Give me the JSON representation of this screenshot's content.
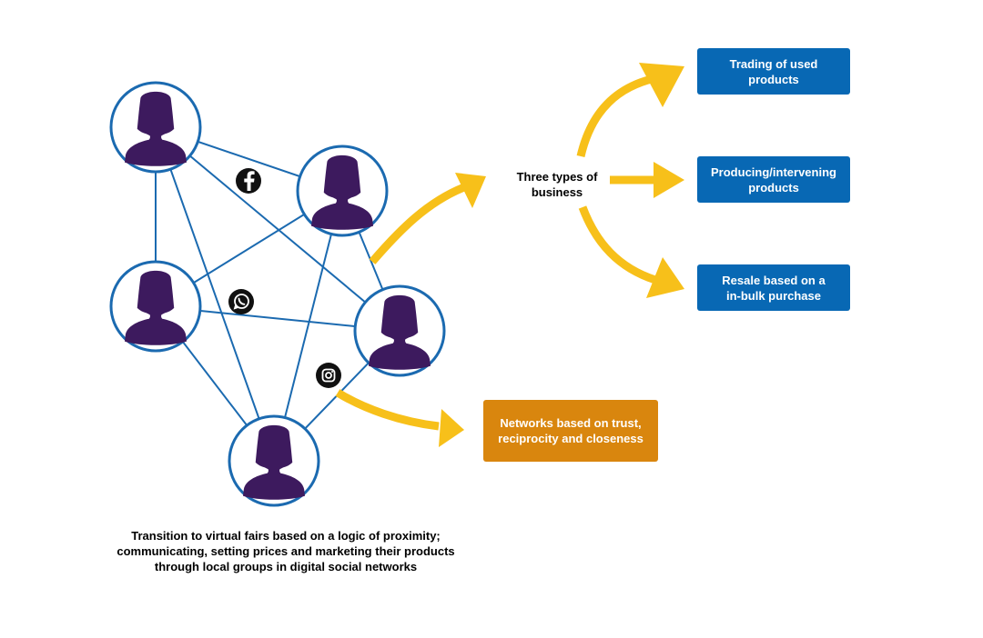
{
  "diagram": {
    "center_label": "Three types of\nbusiness",
    "business_types": [
      "Trading of used\nproducts",
      "Producing/intervening\nproducts",
      "Resale based on a\nin-bulk purchase"
    ],
    "network_box": "Networks based on trust,\nreciprocity and closeness",
    "caption": "Transition to virtual fairs based on a logic of proximity;\ncommunicating, setting prices and marketing their products\nthrough local groups in digital social networks",
    "icons": [
      "facebook-icon",
      "whatsapp-icon",
      "instagram-icon"
    ],
    "colors": {
      "node_outline": "#1b6ab0",
      "person": "#3d1a5e",
      "arrow": "#f7c01a",
      "business_box": "#0868b4",
      "network_box": "#d9860e",
      "social_icon": "#111111"
    }
  }
}
